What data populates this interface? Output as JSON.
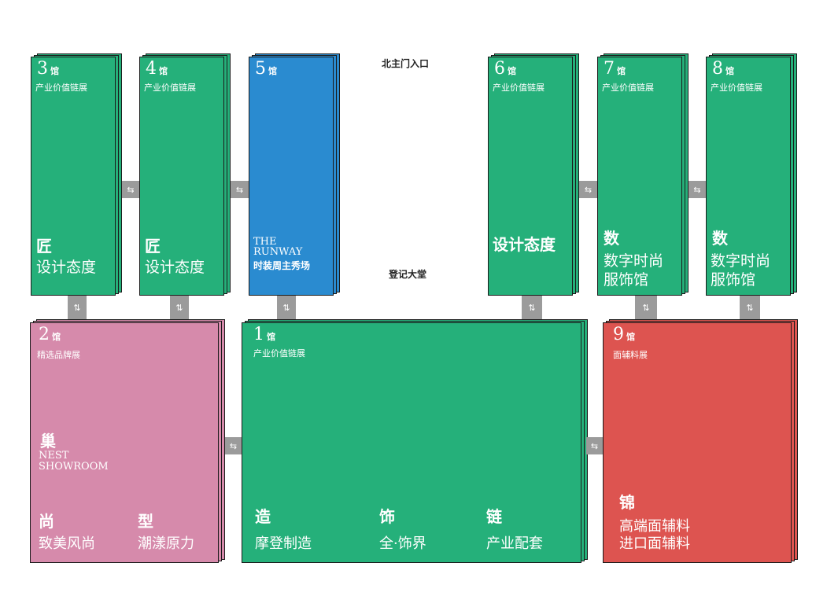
{
  "labels": {
    "north_entrance": "北主门入口",
    "lobby": "登记大堂"
  },
  "arrows": {
    "horizontal": "⇆",
    "vertical": "⇅"
  },
  "colors": {
    "green": "#25b07a",
    "blue": "#2a8bd0",
    "pink": "#d68aab",
    "red": "#dd5450",
    "connector": "#9b9b9b"
  },
  "halls": {
    "h3": {
      "num": "3",
      "suffix": "馆",
      "subtitle": "产业价值链展",
      "title": "匠",
      "desc": "设计态度"
    },
    "h4": {
      "num": "4",
      "suffix": "馆",
      "subtitle": "产业价值链展",
      "title": "匠",
      "desc": "设计态度"
    },
    "h5": {
      "num": "5",
      "suffix": "馆",
      "line1": "THE",
      "line2": "RUNWAY",
      "desc": "时装周主秀场"
    },
    "h6": {
      "num": "6",
      "suffix": "馆",
      "subtitle": "产业价值链展",
      "title": "设计态度"
    },
    "h7": {
      "num": "7",
      "suffix": "馆",
      "subtitle": "产业价值链展",
      "title": "数",
      "desc1": "数字时尚",
      "desc2": "服饰馆"
    },
    "h8": {
      "num": "8",
      "suffix": "馆",
      "subtitle": "产业价值链展",
      "title": "数",
      "desc1": "数字时尚",
      "desc2": "服饰馆"
    },
    "h2": {
      "num": "2",
      "suffix": "馆",
      "subtitle": "精选品牌展",
      "title": "巢",
      "en1": "NEST",
      "en2": "SHOWROOM",
      "left_title": "尚",
      "left_desc": "致美风尚",
      "right_title": "型",
      "right_desc": "潮漾原力"
    },
    "h1": {
      "num": "1",
      "suffix": "馆",
      "subtitle": "产业价值链展",
      "sections": [
        {
          "title": "造",
          "desc": "摩登制造"
        },
        {
          "title": "饰",
          "desc": "全·饰界"
        },
        {
          "title": "链",
          "desc": "产业配套"
        }
      ]
    },
    "h9": {
      "num": "9",
      "suffix": "馆",
      "subtitle": "面辅料展",
      "title": "锦",
      "desc1": "高端面辅料",
      "desc2": "进口面辅料"
    }
  }
}
